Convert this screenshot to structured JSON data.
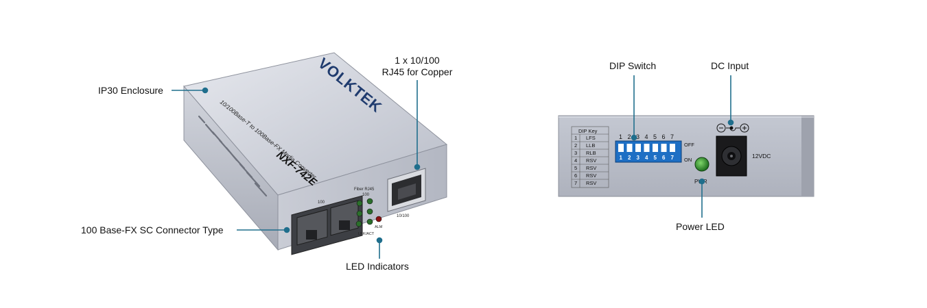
{
  "callouts": {
    "ip30": "IP30 Enclosure",
    "sc_connector": "100 Base-FX SC Connector Type",
    "rj45_line1": "1 x 10/100",
    "rj45_line2": "RJ45 for Copper",
    "led_indicators": "LED Indicators",
    "dip_switch": "DIP Switch",
    "dc_input": "DC Input",
    "power_led": "Power LED"
  },
  "front_device": {
    "brand": "VOLKTEK",
    "model": "NXF-742E",
    "description": "10/100Base-T to 100Base-FX Media Converter",
    "sc_port_label": "100",
    "led_header_1": "Fiber RJ45",
    "led_header_2": "100",
    "led_lnk_act": "LNK/ACT",
    "led_alm": "ALM",
    "rj45_port_label": "10/100"
  },
  "back_panel": {
    "dip_key_title": "DIP Key",
    "dip_key_rows": [
      {
        "num": "1",
        "code": "LFS"
      },
      {
        "num": "2",
        "code": "LLB"
      },
      {
        "num": "3",
        "code": "RLB"
      },
      {
        "num": "4",
        "code": "RSV"
      },
      {
        "num": "5",
        "code": "RSV"
      },
      {
        "num": "6",
        "code": "RSV"
      },
      {
        "num": "7",
        "code": "RSV"
      }
    ],
    "switch_numbers": [
      "1",
      "2",
      "3",
      "4",
      "5",
      "6",
      "7"
    ],
    "off_label": "OFF",
    "on_label": "ON",
    "pwr_label": "PWR",
    "voltage_label": "12VDC"
  },
  "colors": {
    "callout_line": "#1f6e8c",
    "dip_blue": "#1e6fc4",
    "led_green": "#2a8a2a",
    "led_red": "#8a1010",
    "enclosure": "#c8ccd6"
  }
}
